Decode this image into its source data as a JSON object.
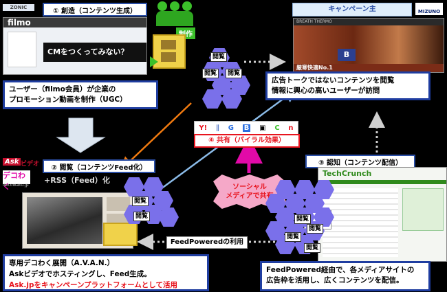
{
  "step1": {
    "label": "① 創造（コンテンツ生成）"
  },
  "step2": {
    "label": "② 閲覧（コンテンツFeed化）"
  },
  "step3": {
    "label": "③ 認知（コンテンツ配信）"
  },
  "step4": {
    "label": "④ 共有（バイラル効果）"
  },
  "campaign": {
    "label": "キャンペーン主"
  },
  "produce": {
    "label": "制作"
  },
  "filmo": {
    "logo": "filmo",
    "cm_text": "CMをつくってみない？"
  },
  "sonic": {
    "text": "ZONIC"
  },
  "mizuno": {
    "text": "MIZUNO"
  },
  "breath": {
    "text": "BREATH THERMO",
    "sub": "厳寒快適No.1"
  },
  "box_ugc": {
    "line1": "ユーザー（filmo会員）が企業の",
    "line2": "プロモーション動画を制作（UGC）"
  },
  "box_ad": {
    "line1": "広告トークではないコンテンツを閲覧",
    "line2": "情報に興心の高いユーザーが訪問"
  },
  "box_deco": {
    "line1": "専用デコわく展開（A.V.A.N.）",
    "line2": "Askビデオでホスティングし、Feed生成。",
    "line3": "Ask.jpをキャンペーンプラットフォームとして活用"
  },
  "box_feed": {
    "line1": "FeedPowered経由で、各メディアサイトの",
    "line2": "広告枠を活用し、広くコンテンツを配信。"
  },
  "feedpowered": {
    "label": "FeedPoweredの利用"
  },
  "social": {
    "line1": "ソーシャル",
    "line2": "メディアで共有"
  },
  "ask": {
    "logo": "Ask",
    "suffix": "ビデオ"
  },
  "deco": {
    "logo": "デコわく",
    "sub": "decowaku.jp"
  },
  "rss": {
    "text": "+RSS（Feed）化"
  },
  "techcrunch": {
    "text": "TechCrunch"
  },
  "view": {
    "label": "閲覧"
  },
  "colors": {
    "blue": "#2b4fa6",
    "purple": "#7a70ea",
    "green": "#3bbf2a",
    "red": "#e8141e",
    "pink": "#e20aa8",
    "orange": "#f07a10",
    "skyblue": "#7fb3e8"
  }
}
